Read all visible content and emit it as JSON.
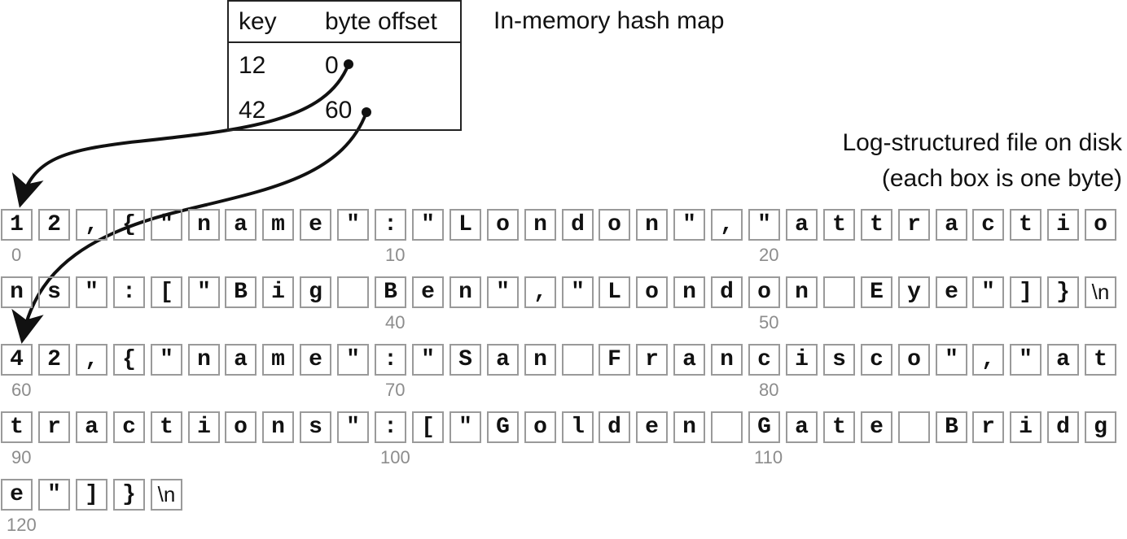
{
  "hash_map": {
    "title": "In-memory hash map",
    "header_key": "key",
    "header_offset": "byte offset",
    "rows": [
      {
        "key": "12",
        "offset": "0"
      },
      {
        "key": "42",
        "offset": "60"
      }
    ]
  },
  "log_file": {
    "title_line1": "Log-structured file on disk",
    "title_line2": "(each box is one byte)",
    "rows": [
      {
        "chars": [
          "1",
          "2",
          ",",
          "{",
          "\"",
          "n",
          "a",
          "m",
          "e",
          "\"",
          ":",
          "\"",
          "L",
          "o",
          "n",
          "d",
          "o",
          "n",
          "\"",
          ",",
          "\"",
          "a",
          "t",
          "t",
          "r",
          "a",
          "c",
          "t",
          "i",
          "o"
        ],
        "labels": [
          {
            "text": "0",
            "index": 0
          },
          {
            "text": "10",
            "index": 10
          },
          {
            "text": "20",
            "index": 20
          }
        ]
      },
      {
        "chars": [
          "n",
          "s",
          "\"",
          ":",
          "[",
          "\"",
          "B",
          "i",
          "g",
          " ",
          "B",
          "e",
          "n",
          "\"",
          ",",
          "\"",
          "L",
          "o",
          "n",
          "d",
          "o",
          "n",
          " ",
          "E",
          "y",
          "e",
          "\"",
          "]",
          "}",
          "\\n"
        ],
        "labels": [
          {
            "text": "40",
            "index": 10
          },
          {
            "text": "50",
            "index": 20
          }
        ]
      },
      {
        "chars": [
          "4",
          "2",
          ",",
          "{",
          "\"",
          "n",
          "a",
          "m",
          "e",
          "\"",
          ":",
          "\"",
          "S",
          "a",
          "n",
          " ",
          "F",
          "r",
          "a",
          "n",
          "c",
          "i",
          "s",
          "c",
          "o",
          "\"",
          ",",
          "\"",
          "a",
          "t"
        ],
        "labels": [
          {
            "text": "60",
            "index": 0
          },
          {
            "text": "70",
            "index": 10
          },
          {
            "text": "80",
            "index": 20
          }
        ]
      },
      {
        "chars": [
          "t",
          "r",
          "a",
          "c",
          "t",
          "i",
          "o",
          "n",
          "s",
          "\"",
          ":",
          "[",
          "\"",
          "G",
          "o",
          "l",
          "d",
          "e",
          "n",
          " ",
          "G",
          "a",
          "t",
          "e",
          " ",
          "B",
          "r",
          "i",
          "d",
          "g"
        ],
        "labels": [
          {
            "text": "90",
            "index": 0
          },
          {
            "text": "100",
            "index": 10
          },
          {
            "text": "110",
            "index": 20
          }
        ]
      },
      {
        "chars": [
          "e",
          "\"",
          "]",
          "}",
          "\\n"
        ],
        "labels": [
          {
            "text": "120",
            "index": 0
          }
        ]
      }
    ]
  }
}
